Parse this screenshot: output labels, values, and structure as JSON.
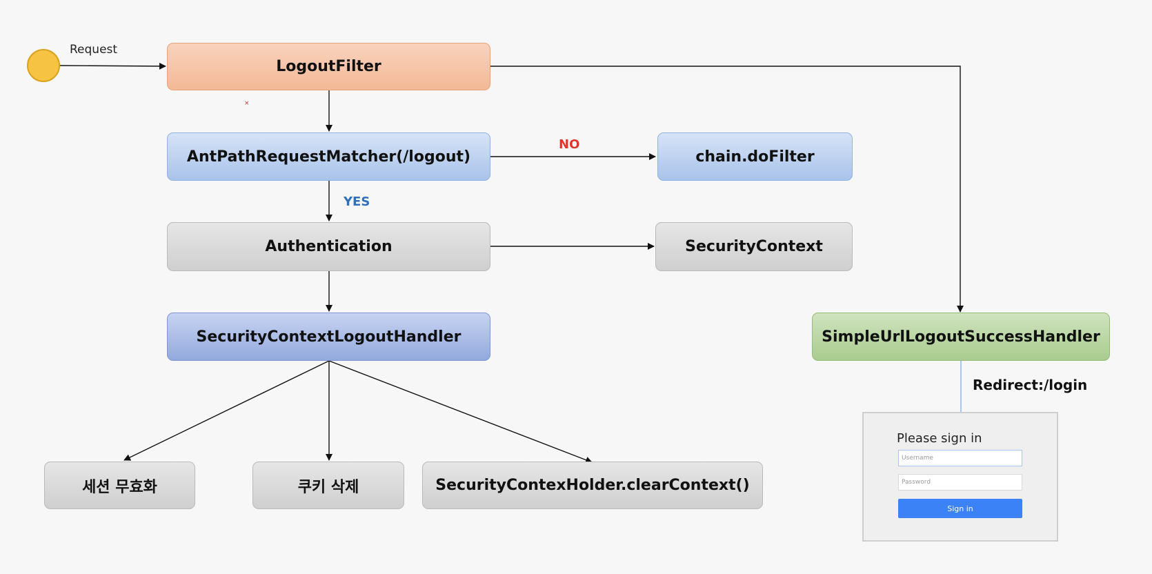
{
  "nodes": {
    "request_label": "Request",
    "logout_filter": "LogoutFilter",
    "ant_matcher": "AntPathRequestMatcher(/logout)",
    "chain_dofilter": "chain.doFilter",
    "authentication": "Authentication",
    "security_context": "SecurityContext",
    "security_context_logout_handler": "SecurityContextLogoutHandler",
    "success_handler": "SimpleUrlLogoutSuccessHandler",
    "invalidate_session": "세션 무효화",
    "delete_cookie": "쿠키 삭제",
    "clear_context": "SecurityContexHolder.clearContext()"
  },
  "edge_labels": {
    "no": "NO",
    "yes": "YES",
    "redirect": "Redirect:/login"
  },
  "login_card": {
    "title": "Please sign in",
    "username_placeholder": "Username",
    "password_placeholder": "Password",
    "sign_in_label": "Sign in"
  },
  "colors": {
    "no": "#e0352b",
    "yes": "#2f6fbf",
    "start_node": "#f6c442",
    "sign_in_button": "#3b82f6"
  }
}
